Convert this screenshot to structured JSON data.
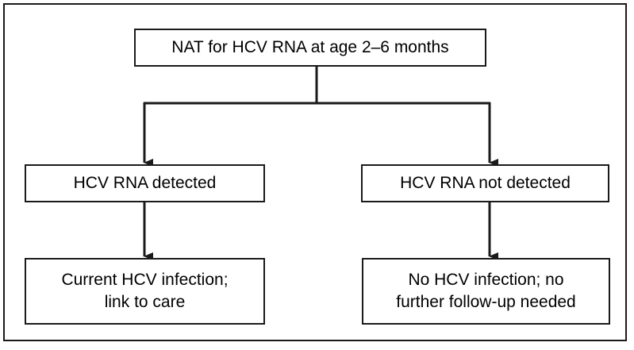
{
  "diagram": {
    "type": "flowchart",
    "nodes": {
      "top": "NAT for HCV RNA at age 2–6 months",
      "left_1": "HCV RNA detected",
      "right_1": "HCV RNA not detected",
      "left_2": "Current HCV infection;\nlink to care",
      "right_2": "No HCV infection; no\nfurther follow-up needed"
    },
    "edges": [
      {
        "from": "top",
        "to": "left_1"
      },
      {
        "from": "top",
        "to": "right_1"
      },
      {
        "from": "left_1",
        "to": "left_2"
      },
      {
        "from": "right_1",
        "to": "right_2"
      }
    ],
    "line_color": "#1a1a1a"
  }
}
